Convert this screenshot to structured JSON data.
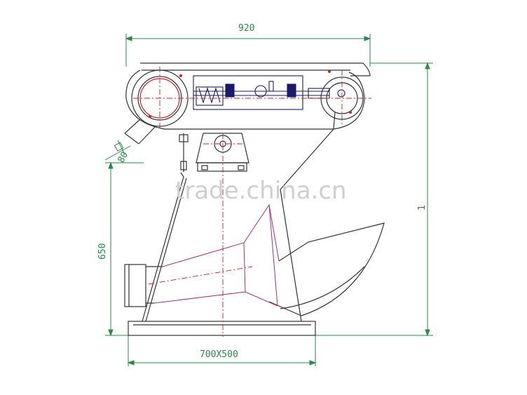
{
  "dimensions": {
    "overall_width": "920",
    "base_size": "700X500",
    "lower_height": "650",
    "overall_height": "1",
    "chute_size": "80"
  },
  "watermark": "trade.china.cn",
  "colors": {
    "outline": "#333333",
    "dimension": "#2a8a4a",
    "centerline": "#cc2222",
    "chute_detail": "#a0307a",
    "mechanism": "#1a1a6a"
  }
}
